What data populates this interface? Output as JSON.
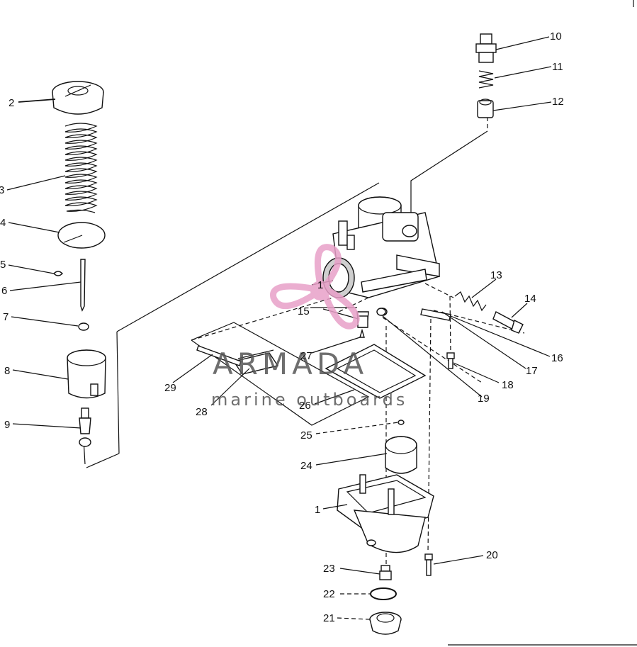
{
  "diagram": {
    "labels": [
      "1",
      "2",
      "3",
      "4",
      "5",
      "6",
      "7",
      "8",
      "9",
      "10",
      "11",
      "12",
      "13",
      "14",
      "15",
      "16",
      "17",
      "18",
      "19",
      "20",
      "21",
      "22",
      "23",
      "24",
      "25",
      "26",
      "27",
      "28",
      "29",
      "1"
    ]
  },
  "watermark": {
    "brand": "ARMADA",
    "tagline": "marine outboards",
    "accent_color": "#e8a0c8"
  },
  "colors": {
    "line": "#111111",
    "background": "#ffffff"
  }
}
